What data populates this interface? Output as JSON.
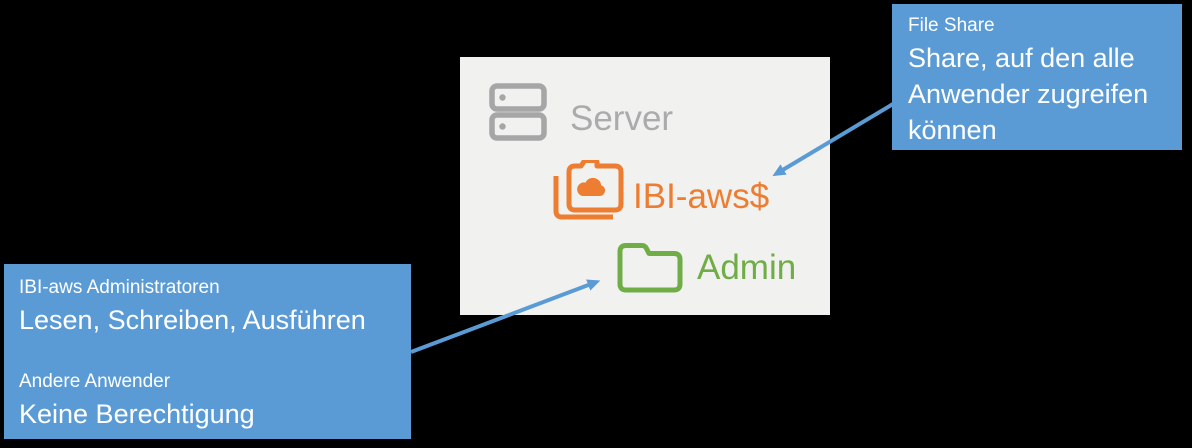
{
  "colors": {
    "background": "#000000",
    "panel_bg": "#F1F1F0",
    "gray_icon": "#A6A6A6",
    "gray_text": "#ABABAB",
    "orange": "#ED7D31",
    "green": "#70AD47",
    "blue": "#5B9BD5",
    "callout_text": "#FFFFFF"
  },
  "panel": {
    "server_label": "Server",
    "share_name": "IBI-aws$",
    "admin_folder_name": "Admin"
  },
  "callout_file_share": {
    "title": "File Share",
    "body": "Share, auf den alle Anwender zugreifen können"
  },
  "callout_permissions": {
    "group1_name": "IBI-aws Administratoren",
    "group1_rights": "Lesen, Schreiben, Ausführen",
    "group2_name": "Andere Anwender",
    "group2_rights": "Keine Berechtigung"
  }
}
